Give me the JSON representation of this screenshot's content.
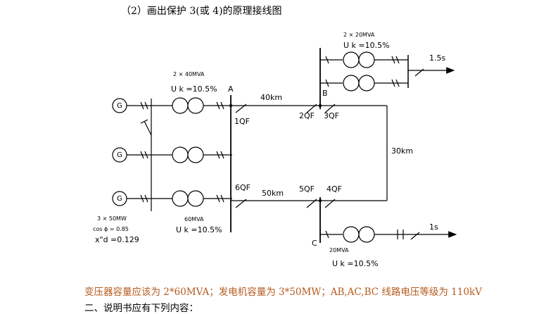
{
  "heading": "（2）画出保护 3(或 4)的原理接线图",
  "labels": {
    "gen_ratings": [
      "3 × 50MW",
      "cos ϕ = 0.85",
      "x\"d =0.129"
    ],
    "gen_symbol": "G",
    "t1_rating": "2 × 40MVA",
    "t1_uk": "U k =10.5%",
    "t2_rating": "60MVA",
    "t2_uk": "U k =10.5%",
    "tb_rating": "2 × 20MVA",
    "tb_uk": "U k =10.5%",
    "tc_rating": "20MVA",
    "tc_uk": "U k =10.5%",
    "bus_a": "A",
    "bus_b": "B",
    "bus_c": "C",
    "line_ab": "40km",
    "line_ac": "50km",
    "line_bc": "30km",
    "qf1": "1QF",
    "qf2": "2QF",
    "qf3": "3QF",
    "qf4": "4QF",
    "qf5": "5QF",
    "qf6": "6QF",
    "time_b": "1.5s",
    "time_c": "1s"
  },
  "note": "变压器容量应该为 2*60MVA；发电机容量为 3*50MW；AB,AC,BC 线路电压等级为 110kV",
  "section": "二、说明书应有下列内容："
}
